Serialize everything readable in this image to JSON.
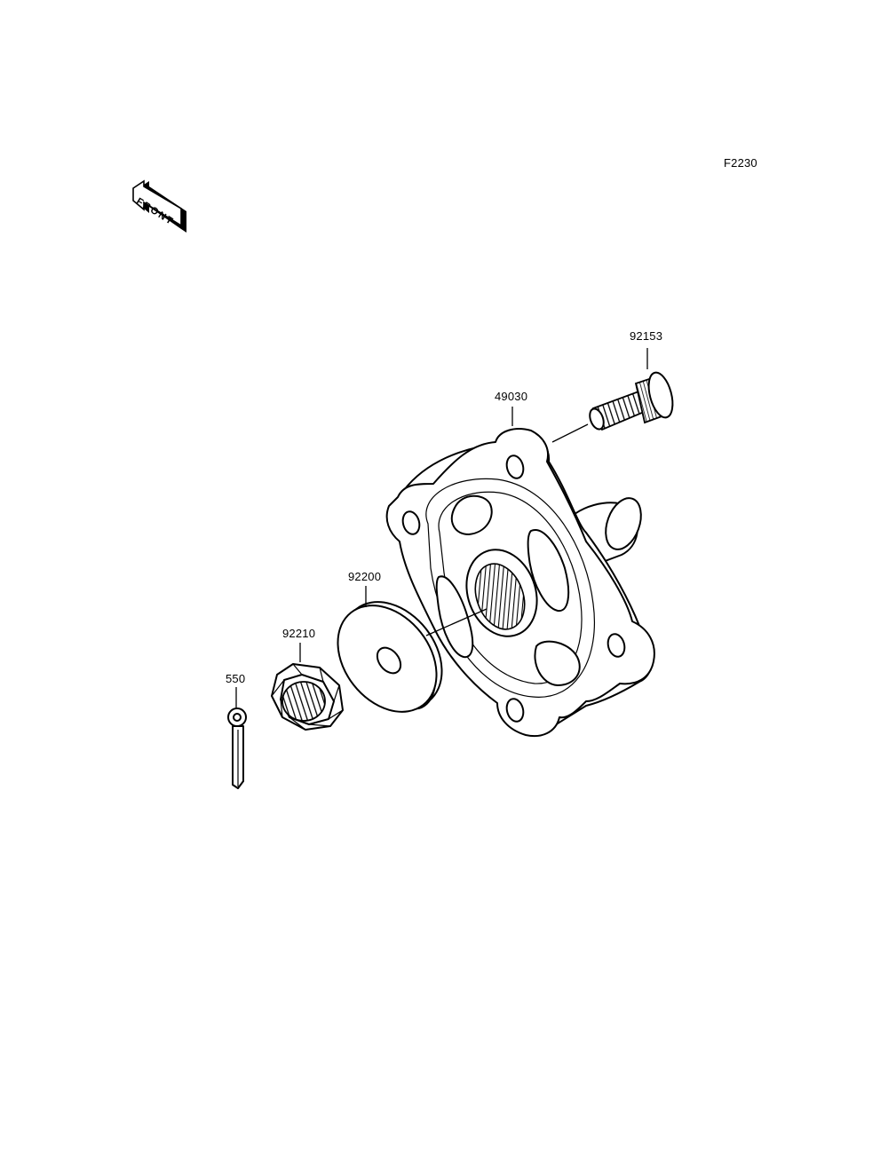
{
  "figure_code": "F2230",
  "front_badge": "FRONT",
  "parts": [
    {
      "id": "hub",
      "number": "49030"
    },
    {
      "id": "stud",
      "number": "92153"
    },
    {
      "id": "washer",
      "number": "92200"
    },
    {
      "id": "nut",
      "number": "92210"
    },
    {
      "id": "cotter-pin",
      "number": "550"
    }
  ],
  "colors": {
    "line": "#000000",
    "background": "#ffffff"
  }
}
